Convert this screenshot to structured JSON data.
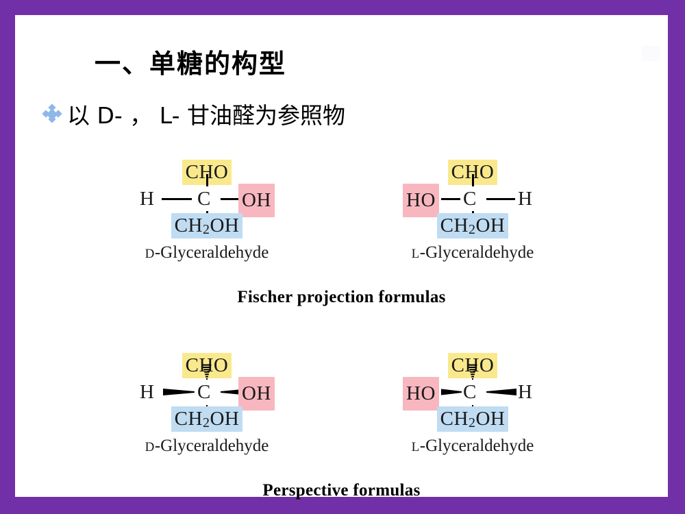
{
  "slide": {
    "border_color": "#7230A8",
    "background_color": "#FFFFFF",
    "title": "一、单糖的构型",
    "bullet": {
      "icon": "diamond-cluster-bullet",
      "text": "以 D- ， L- 甘油醛为参照物"
    }
  },
  "colors": {
    "highlight_yellow": "#FAE98C",
    "highlight_pink": "#F8B7BF",
    "highlight_blue": "#BFDCF2",
    "bond": "#000000",
    "text": "#1A1A1A",
    "bullet": "#8FB8E8"
  },
  "groups": [
    {
      "caption": "Fischer projection formulas",
      "structures": [
        {
          "top": "CHO",
          "left": "H",
          "center": "C",
          "right": "OH",
          "bottom_pre": "CH",
          "bottom_sub": "2",
          "bottom_post": "OH",
          "label_prefix": "D",
          "label_rest": "-Glyceraldehyde",
          "top_highlight": "yellow",
          "left_highlight": "none",
          "right_highlight": "pink",
          "bottom_highlight": "blue",
          "bond_style": "plain"
        },
        {
          "top": "CHO",
          "left": "HO",
          "center": "C",
          "right": "H",
          "bottom_pre": "CH",
          "bottom_sub": "2",
          "bottom_post": "OH",
          "label_prefix": "L",
          "label_rest": "-Glyceraldehyde",
          "top_highlight": "yellow",
          "left_highlight": "pink",
          "right_highlight": "none",
          "bottom_highlight": "blue",
          "bond_style": "plain"
        }
      ]
    },
    {
      "caption": "Perspective formulas",
      "structures": [
        {
          "top": "CHO",
          "left": "H",
          "center": "C",
          "right": "OH",
          "bottom_pre": "CH",
          "bottom_sub": "2",
          "bottom_post": "OH",
          "label_prefix": "D",
          "label_rest": "-Glyceraldehyde",
          "top_highlight": "yellow",
          "left_highlight": "none",
          "right_highlight": "pink",
          "bottom_highlight": "blue",
          "bond_style": "wedge-hash"
        },
        {
          "top": "CHO",
          "left": "HO",
          "center": "C",
          "right": "H",
          "bottom_pre": "CH",
          "bottom_sub": "2",
          "bottom_post": "OH",
          "label_prefix": "L",
          "label_rest": "-Glyceraldehyde",
          "top_highlight": "yellow",
          "left_highlight": "pink",
          "right_highlight": "none",
          "bottom_highlight": "blue",
          "bond_style": "wedge-hash"
        }
      ]
    }
  ]
}
